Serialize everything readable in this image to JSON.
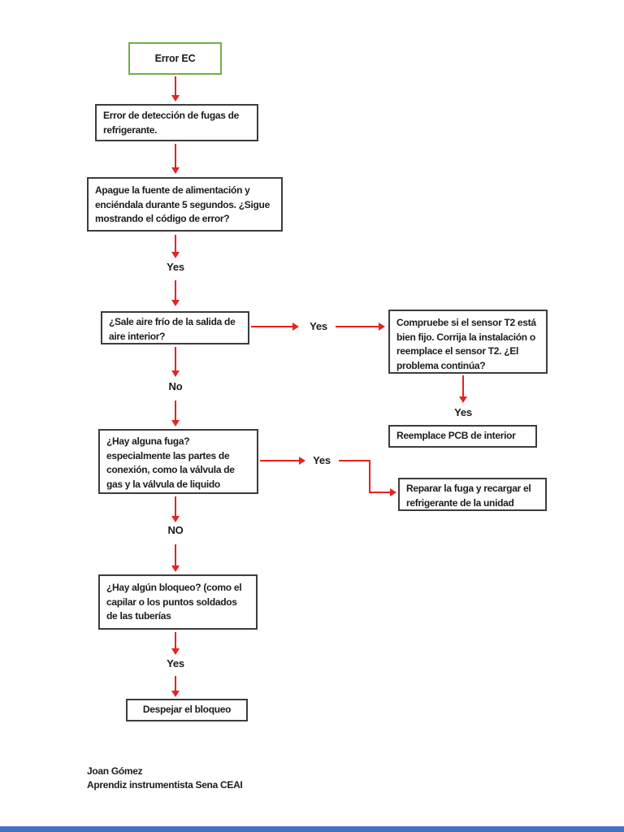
{
  "colors": {
    "arrow_red": "#e5231f",
    "box_border_dark": "#3d3d3d",
    "start_box_border_green": "#72ae47",
    "bottom_bar_blue": "#4372c4",
    "text": "#1c1c1c"
  },
  "flowchart": {
    "start": {
      "label": "Error EC"
    },
    "nodes": {
      "detection": {
        "text": "Error de detección de fugas de\nrefrigerante."
      },
      "power_cycle": {
        "text": "Apague la fuente de alimentación y\nenciéndala durante 5 segundos. ¿Sigue\nmostrando el código de error?"
      },
      "cold_air": {
        "text": "¿Sale aire frío de la salida de\naire interior?"
      },
      "sensor_t2": {
        "text": "Compruebe si el sensor T2 está\nbien fijo. Corrija la instalación o\nreemplace el sensor T2. ¿El\nproblema continúa?"
      },
      "replace_pcb": {
        "text": "Reemplace PCB de interior"
      },
      "leak": {
        "text": "¿Hay alguna fuga?\nespecialmente las partes de\nconexión, como la válvula de\ngas y la válvula de liquido"
      },
      "repair_leak": {
        "text": "Reparar la fuga y recargar el\nrefrigerante de la unidad"
      },
      "blockage": {
        "text": "¿Hay algún bloqueo? (como el\ncapilar o los puntos soldados\nde las tuberías"
      },
      "clear_blockage": {
        "text": "Despejar el bloqueo"
      }
    },
    "labels": {
      "yes_after_power": "Yes",
      "yes_cold_air_branch": "Yes",
      "yes_sensor_t2": "Yes",
      "yes_leak_branch": "Yes",
      "yes_blockage": "Yes",
      "no_cold_air": "No",
      "no_leak": "NO"
    }
  },
  "footer": {
    "author": "Joan Gómez",
    "role": "Aprendiz instrumentista Sena CEAI"
  }
}
